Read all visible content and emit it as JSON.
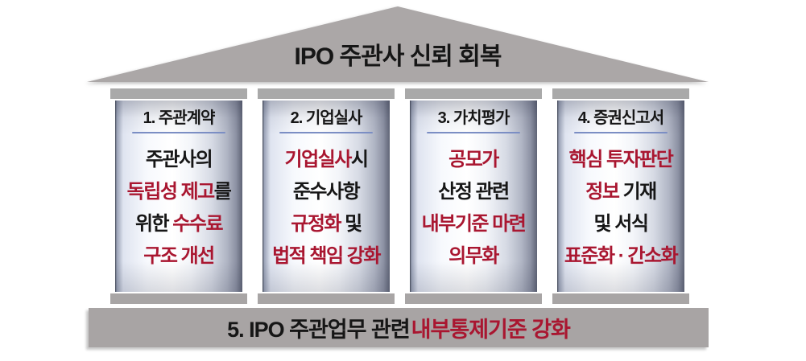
{
  "colors": {
    "black": "#161616",
    "red": "#A91630",
    "roof_gray": "#ABA7A7",
    "cap_gray": "#A9A9A9",
    "base_gray": "#A8A4A4",
    "underline_blue": "#7B8EC4"
  },
  "roof": {
    "title": "IPO 주관사 신뢰 회복"
  },
  "pillars": [
    {
      "header": "1. 주관계약",
      "lines": [
        [
          {
            "text": "주관사의",
            "color": "black"
          }
        ],
        [
          {
            "text": "독립성 제고",
            "color": "red"
          },
          {
            "text": "를",
            "color": "black"
          }
        ],
        [
          {
            "text": "위한 ",
            "color": "black"
          },
          {
            "text": "수수료",
            "color": "red"
          }
        ],
        [
          {
            "text": "구조 개선",
            "color": "red"
          }
        ]
      ]
    },
    {
      "header": "2. 기업실사",
      "lines": [
        [
          {
            "text": "기업실사",
            "color": "red"
          },
          {
            "text": "시",
            "color": "black"
          }
        ],
        [
          {
            "text": "준수사항",
            "color": "black"
          }
        ],
        [
          {
            "text": "규정화",
            "color": "red"
          },
          {
            "text": " 및",
            "color": "black"
          }
        ],
        [
          {
            "text": "법적 책임 강화",
            "color": "red"
          }
        ]
      ]
    },
    {
      "header": "3. 가치평가",
      "lines": [
        [
          {
            "text": "공모가",
            "color": "red"
          }
        ],
        [
          {
            "text": "산정 관련",
            "color": "black"
          }
        ],
        [
          {
            "text": "내부기준 마련",
            "color": "red"
          }
        ],
        [
          {
            "text": "의무화",
            "color": "red"
          }
        ]
      ]
    },
    {
      "header": "4. 증권신고서",
      "lines": [
        [
          {
            "text": "핵심 투자판단",
            "color": "red"
          }
        ],
        [
          {
            "text": "정보 ",
            "color": "red"
          },
          {
            "text": "기재",
            "color": "black"
          }
        ],
        [
          {
            "text": "및 서식",
            "color": "black"
          }
        ],
        [
          {
            "text": "표준화 · 간소화",
            "color": "red"
          }
        ]
      ]
    }
  ],
  "foundation": {
    "segments": [
      {
        "text": "5. IPO 주관업무 관련 ",
        "color": "black"
      },
      {
        "text": "내부통제기준 강화",
        "color": "red"
      }
    ]
  }
}
